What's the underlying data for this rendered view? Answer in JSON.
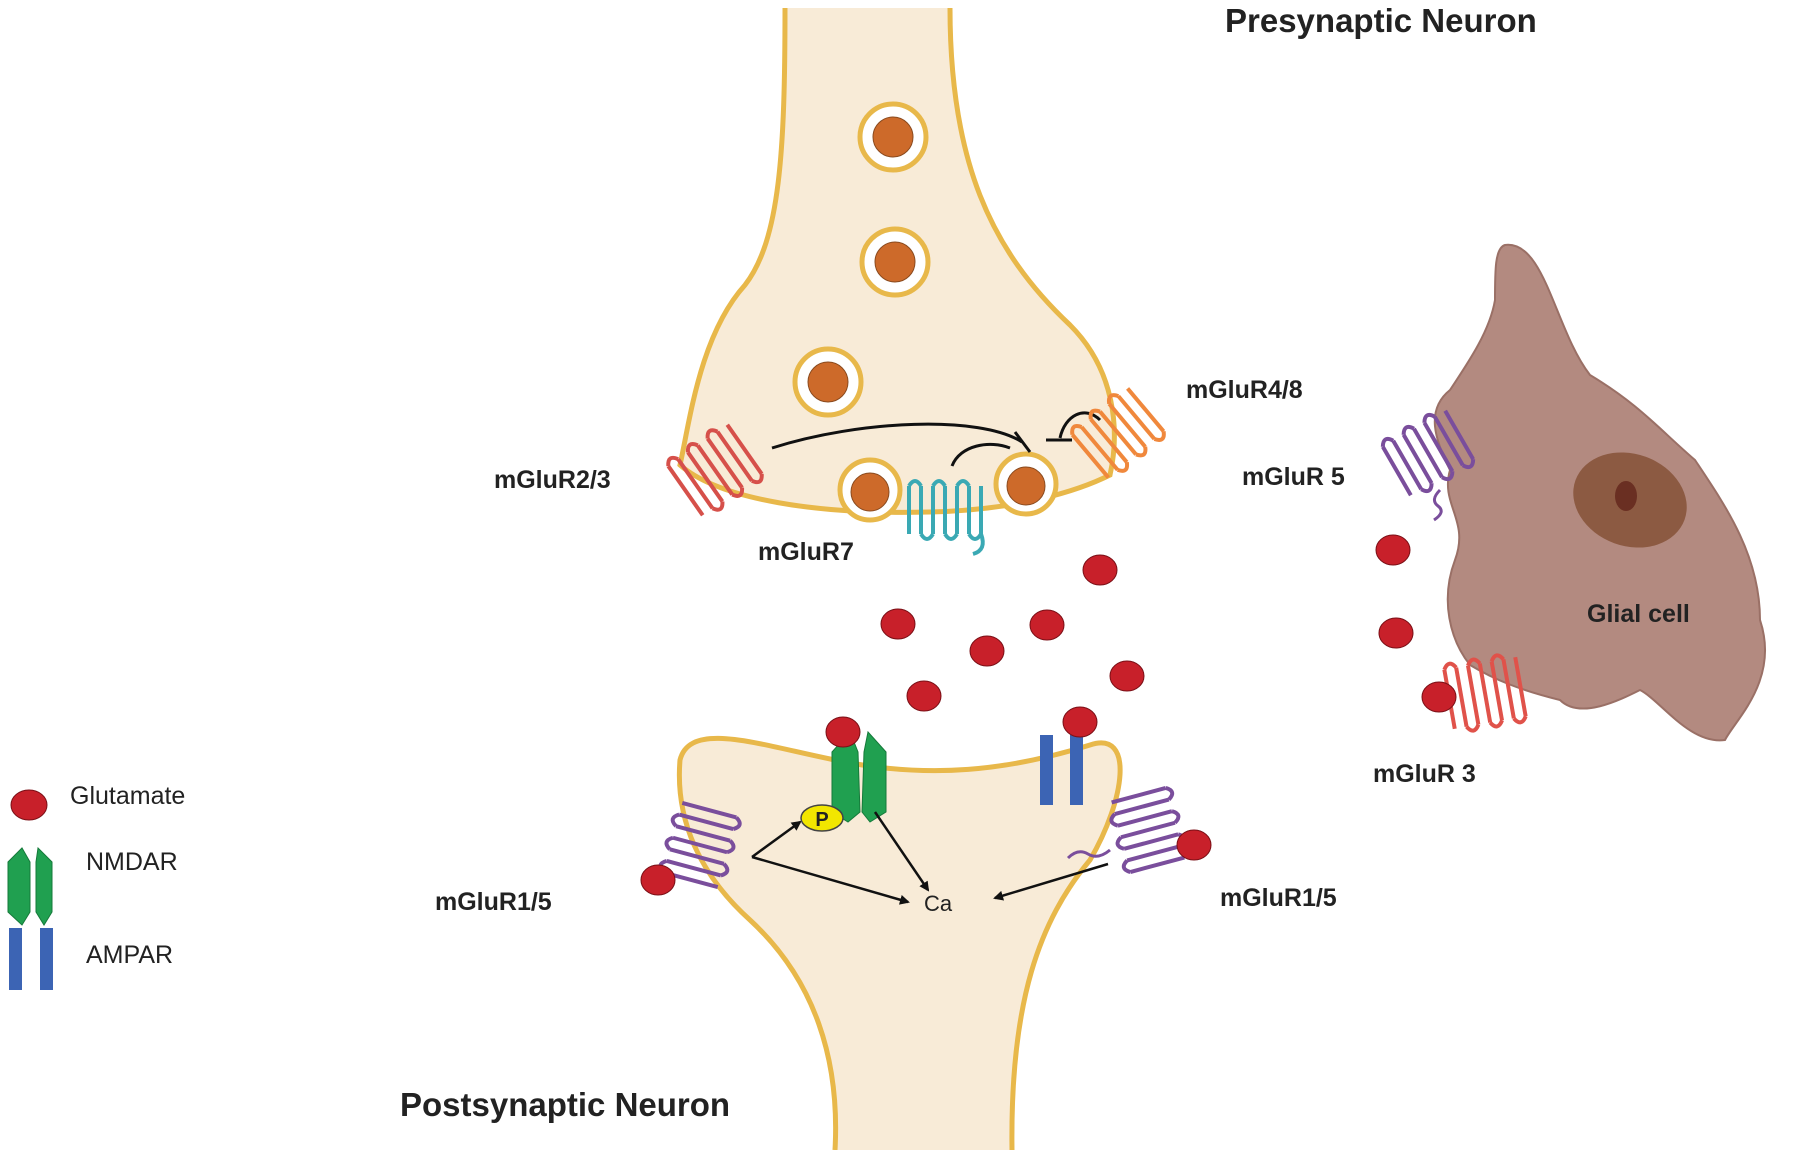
{
  "titles": {
    "presynaptic": "Presynaptic Neuron",
    "postsynaptic": "Postsynaptic Neuron",
    "glial": "Glial cell"
  },
  "receptors": {
    "mglur23": "mGluR2/3",
    "mglur7": "mGluR7",
    "mglur48": "mGluR4/8",
    "mglur5_glial": "mGluR 5",
    "mglur3_glial": "mGluR 3",
    "mglur15_left": "mGluR1/5",
    "mglur15_right": "mGluR1/5"
  },
  "markers": {
    "phospho": "P",
    "calcium": "Ca"
  },
  "legend": {
    "glutamate": "Glutamate",
    "nmdar": "NMDAR",
    "ampar": "AMPAR"
  },
  "colors": {
    "cell_fill": "#f8ebd7",
    "membrane": "#e8b84a",
    "vesicle": "#cd6a2a",
    "glutamate": "#c8202a",
    "nmdar": "#20a050",
    "ampar": "#3c64b4",
    "glial_cell": "#b38a80",
    "glial_nucleus": "#8c5a42",
    "mglur23": "#d6504a",
    "mglur7": "#3aa9b4",
    "mglur48": "#f0883c",
    "mglur5": "#7a4e9c",
    "mglur3": "#e0524a",
    "mglur15": "#7a4e9c",
    "phospho": "#f2e600"
  }
}
